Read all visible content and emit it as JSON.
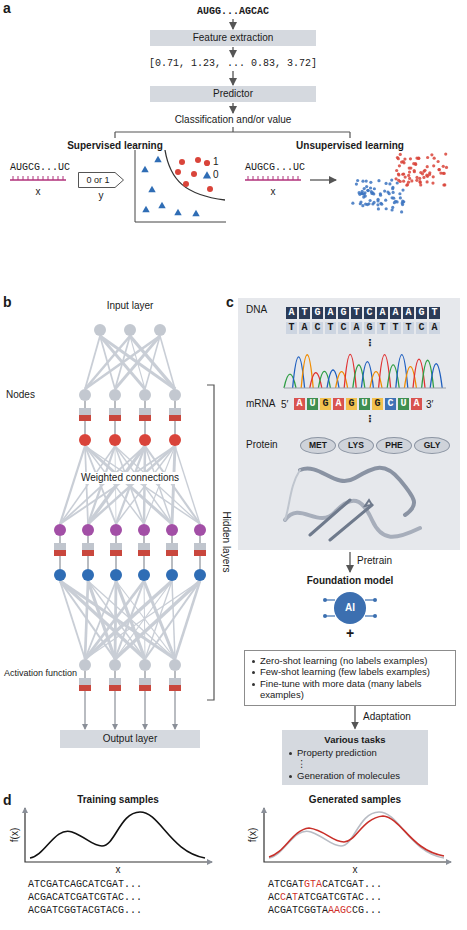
{
  "diagram": {
    "nodes": [
      {
        "text": [
          "Feature extraction"
        ]
      },
      {
        "text": [
          "Predictor"
        ]
      },
      {
        "text": [
          "0 or 1"
        ]
      },
      {
        "text": [
          "Output layer"
        ]
      },
      {
        "text": [
          "DNA",
          "mRNA",
          "Protein"
        ]
      },
      {
        "text": [
          "MET"
        ],
        "in": 4
      },
      {
        "text": [
          "LYS"
        ],
        "in": 4
      },
      {
        "text": [
          "PHE"
        ],
        "in": 4
      },
      {
        "text": [
          "GLY"
        ],
        "in": 4
      },
      {
        "text": [
          "Zero-shot learning (no labels examples)",
          "Few-shot learning (few labels examples)",
          "Fine-tune with more data (many labels examples)"
        ]
      },
      {
        "text": [
          "Various tasks",
          "Property prediction",
          "⋮",
          "Generation of molecules"
        ]
      }
    ],
    "edges": [
      {
        "from": 9,
        "to": 10,
        "arrow": "to",
        "label": "Adaptation"
      }
    ],
    "labels": [
      "a",
      "AUGG...AGCAC",
      "[0.71, 1.23, ... 0.83, 3.72]",
      "Classification and/or value",
      "Supervised learning",
      "Unsupervised learning",
      "AUGCG...UC",
      "x",
      "y",
      "AUGCG...UC",
      "x",
      "b",
      "Input layer",
      "Nodes",
      "Weighted connections",
      "Hidden layers",
      "Activation function",
      "c",
      "ATGAGTCAAAGT",
      "TACTCAGTTTCA",
      "⋮",
      "5′",
      "AUGAGUGCUA",
      "3′",
      "⋮",
      "Pretrain",
      "Foundation model",
      "AI",
      "+",
      "d",
      "Training samples",
      "f(x)",
      "x",
      "ATCGATCAGCATCGAT...",
      "ACGACATCGATCGTAC...",
      "ACGATCGGTACGTACG...",
      "Generated samples",
      "f(x)",
      "x",
      "ATCGATGTACATCGAT...",
      "ACCATATCGATCGTAC...",
      "ACGATCGGTAAAGCCG..."
    ],
    "legend": [
      {
        "text": "1"
      },
      {
        "text": "0"
      }
    ]
  }
}
